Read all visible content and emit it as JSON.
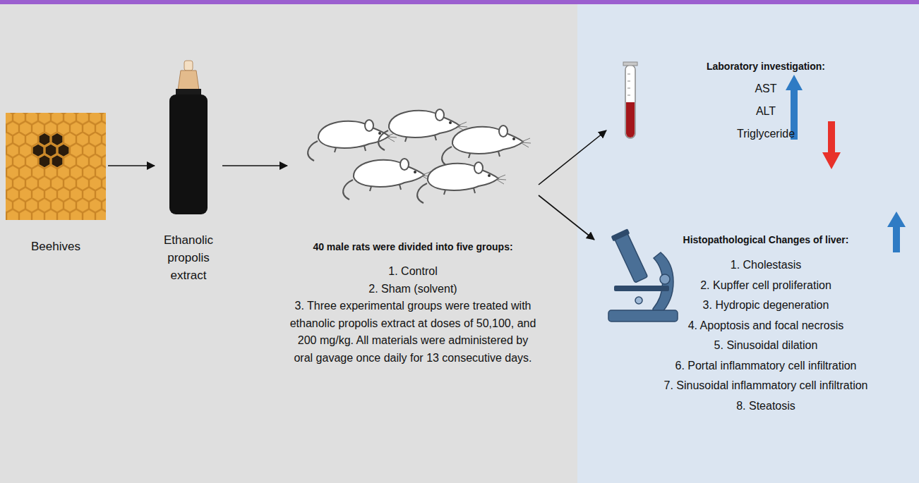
{
  "diagram": {
    "nodes": [
      {
        "text": [
          "Beehives"
        ]
      },
      {
        "text": [
          "Ethanolic propolis extract"
        ]
      },
      {
        "text": [
          "40 male rats were divided into five groups:",
          "1. Control",
          "2. Sham (solvent)",
          "3. Three experimental groups were treated with ethanolic propolis extract at doses of 50,100, and 200 mg/kg. All materials were administered by oral gavage once daily for 13 consecutive days."
        ]
      },
      {
        "text": [
          "Laboratory investigation:",
          "AST",
          "ALT",
          "Triglyceride"
        ]
      },
      {
        "text": [
          "Histopathological Changes of liver:",
          "1. Cholestasis",
          "2. Kupffer cell proliferation",
          "3. Hydropic degeneration",
          "4. Apoptosis and focal necrosis",
          "5. Sinusoidal dilation",
          "6. Portal inflammatory cell infiltration",
          "7. Sinusoidal inflammatory cell infiltration",
          "8. Steatosis"
        ]
      }
    ],
    "edges": [
      {
        "from": 0,
        "to": 1,
        "arrow": "to"
      },
      {
        "from": 1,
        "to": 2,
        "arrow": "to"
      },
      {
        "from": 2,
        "to": 3,
        "arrow": "to"
      },
      {
        "from": 2,
        "to": 4,
        "arrow": "to"
      }
    ]
  }
}
